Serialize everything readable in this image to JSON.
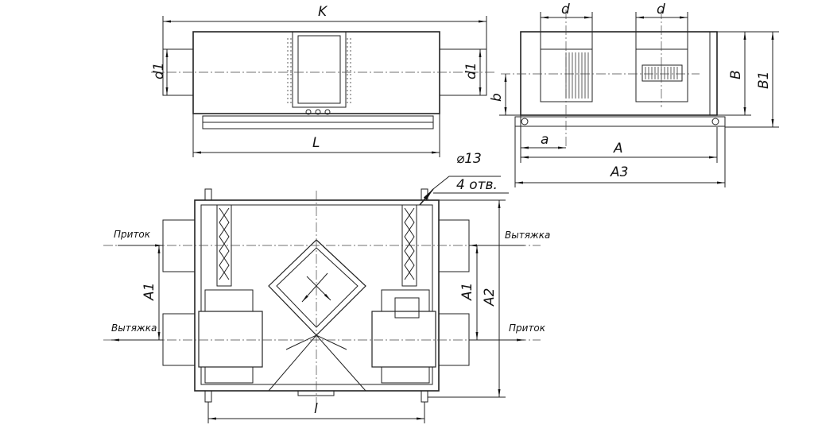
{
  "drawing": {
    "front_view": {
      "dim_overall_length": "K",
      "dim_duct_left": "d1",
      "dim_duct_right": "d1",
      "dim_body_length": "L"
    },
    "side_view": {
      "dim_fan_left": "d",
      "dim_fan_right": "d",
      "dim_b": "b",
      "dim_B": "B",
      "dim_B1": "B1",
      "dim_a": "a",
      "dim_A": "A",
      "dim_A3": "A3"
    },
    "plan_view": {
      "hole_diameter": "⌀13",
      "hole_count": "4 отв.",
      "left_top_flow": "Приток",
      "left_bottom_flow": "Вытяжка",
      "right_top_flow": "Вытяжка",
      "right_bottom_flow": "Приток",
      "dim_A1_left": "A1",
      "dim_A1_right": "A1",
      "dim_A2": "A2",
      "dim_l": "l"
    }
  }
}
